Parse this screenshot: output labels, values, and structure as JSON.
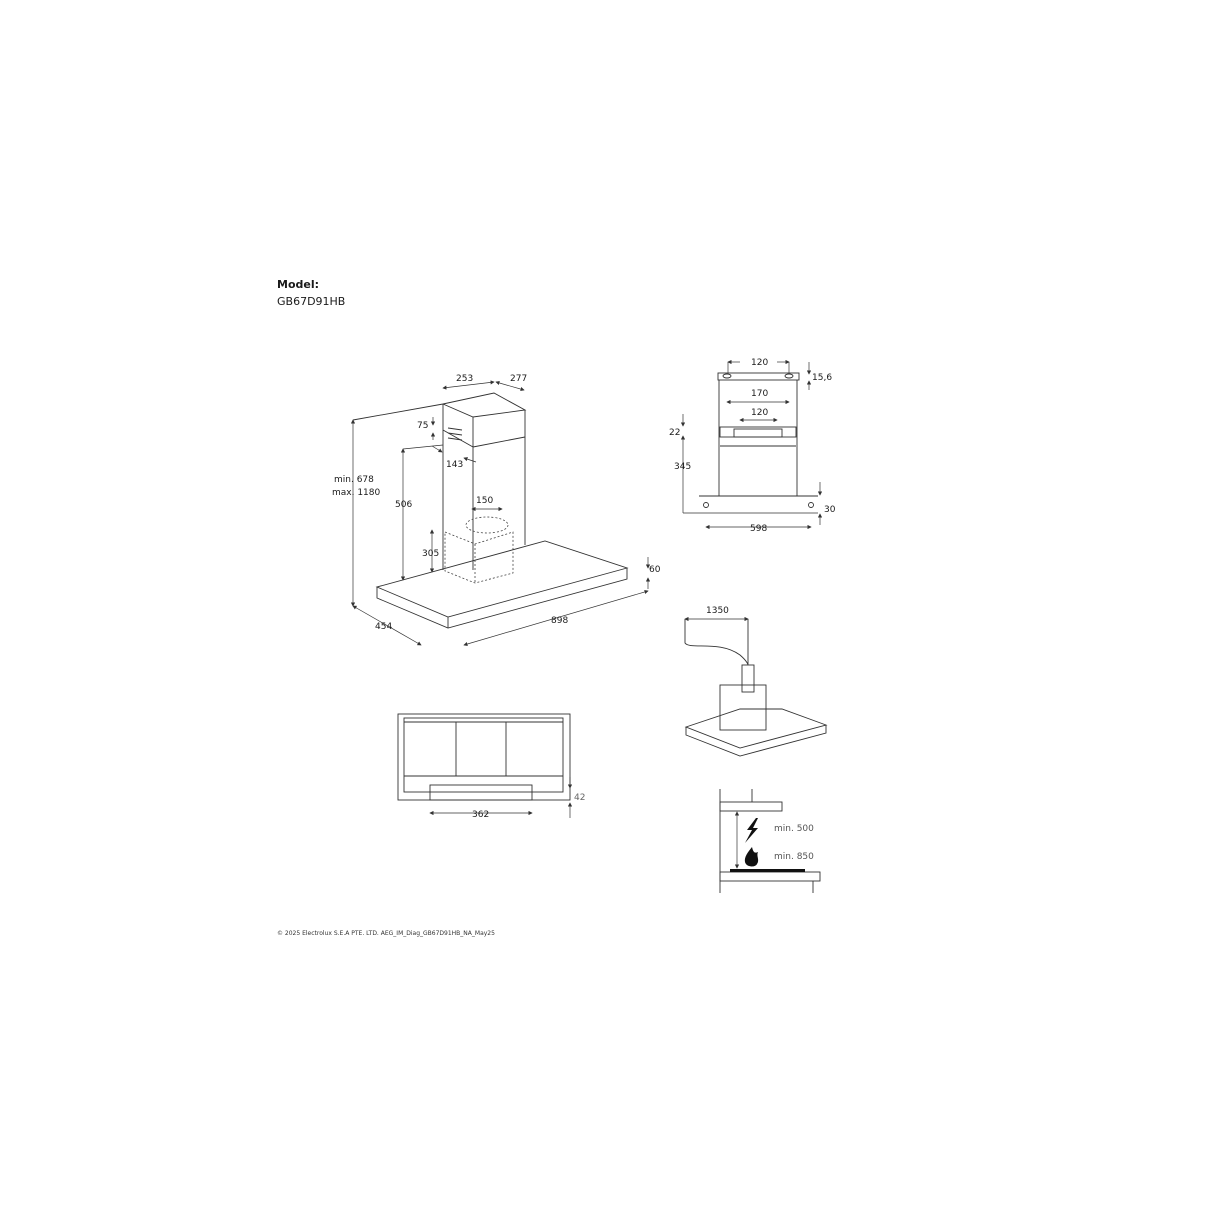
{
  "header": {
    "model_label": "Model:",
    "model_value": "GB67D91HB"
  },
  "main_view": {
    "dims": {
      "top_width": "253",
      "top_depth": "277",
      "vent_75": "75",
      "vent_143": "143",
      "height_min": "min. 678",
      "height_max": "max. 1180",
      "h_506": "506",
      "duct_150": "150",
      "box_305": "305",
      "thickness_60": "60",
      "depth_454": "454",
      "width_898": "898"
    }
  },
  "bracket_view": {
    "dims": {
      "top_120": "120",
      "top_15_6": "15,6",
      "d_170": "170",
      "d_120": "120",
      "d_22": "22",
      "d_345": "345",
      "d_30": "30",
      "d_598": "598"
    }
  },
  "cable_view": {
    "dims": {
      "cable_1350": "1350"
    }
  },
  "underside_view": {
    "dims": {
      "w_362": "362",
      "h_42": "42"
    }
  },
  "clearance_view": {
    "labels": {
      "electric": "min. 500",
      "gas": "min. 850"
    }
  },
  "footer": {
    "copyright": "© 2025 Electrolux S.E.A PTE. LTD. AEG_IM_Diag_GB67D91HB_NA_May25"
  }
}
